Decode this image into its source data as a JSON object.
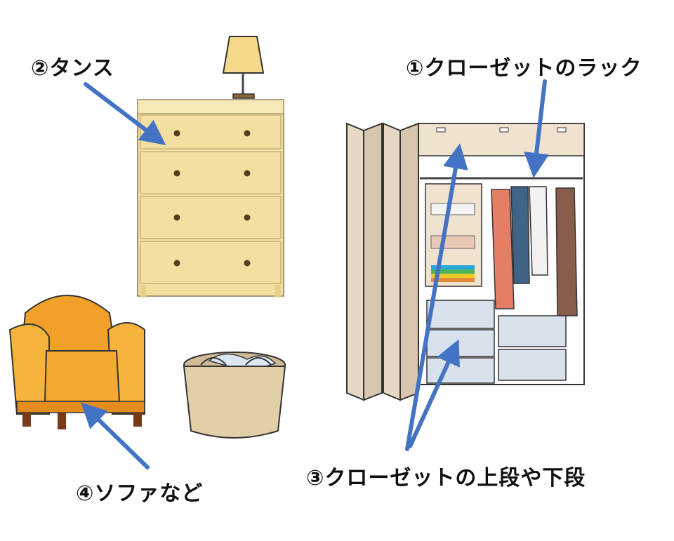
{
  "labels": {
    "closet_rack": "①クローゼットのラック",
    "tansu": "②タンス",
    "closet_upper_lower": "③クローゼットの上段や下段",
    "sofa": "④ソファなど"
  },
  "colors": {
    "arrow": "#4472c4",
    "text": "#111111",
    "dresser_wood": "#f3dfa0",
    "sofa": "#f2a02a",
    "closet_door": "#e6d8c4",
    "basket": "#e2cfa8"
  },
  "icons": [
    "table-lamp-icon",
    "dresser-icon",
    "closet-icon",
    "armchair-icon",
    "laundry-basket-icon"
  ]
}
